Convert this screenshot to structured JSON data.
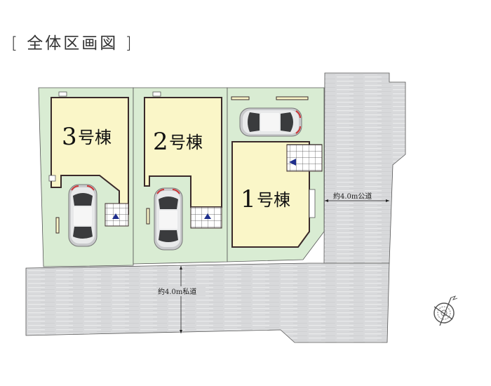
{
  "title": "[ 全体区画図 ]",
  "buildings": [
    {
      "id": "1",
      "label_num": "1",
      "label_suffix": "号棟"
    },
    {
      "id": "2",
      "label_num": "2",
      "label_suffix": "号棟"
    },
    {
      "id": "3",
      "label_num": "3",
      "label_suffix": "号棟"
    }
  ],
  "roads": {
    "public": {
      "label": "約4.0m公道"
    },
    "private": {
      "label": "約4.0m私道"
    }
  },
  "compass": {
    "icon": "north-arrow-compass-icon",
    "label": "N"
  },
  "colors": {
    "lot": "#d9ecd3",
    "building": "#faf6c8",
    "road": "#d9dadc",
    "outline": "#4a4040",
    "entrance_arrow": "#1f2f8c"
  }
}
